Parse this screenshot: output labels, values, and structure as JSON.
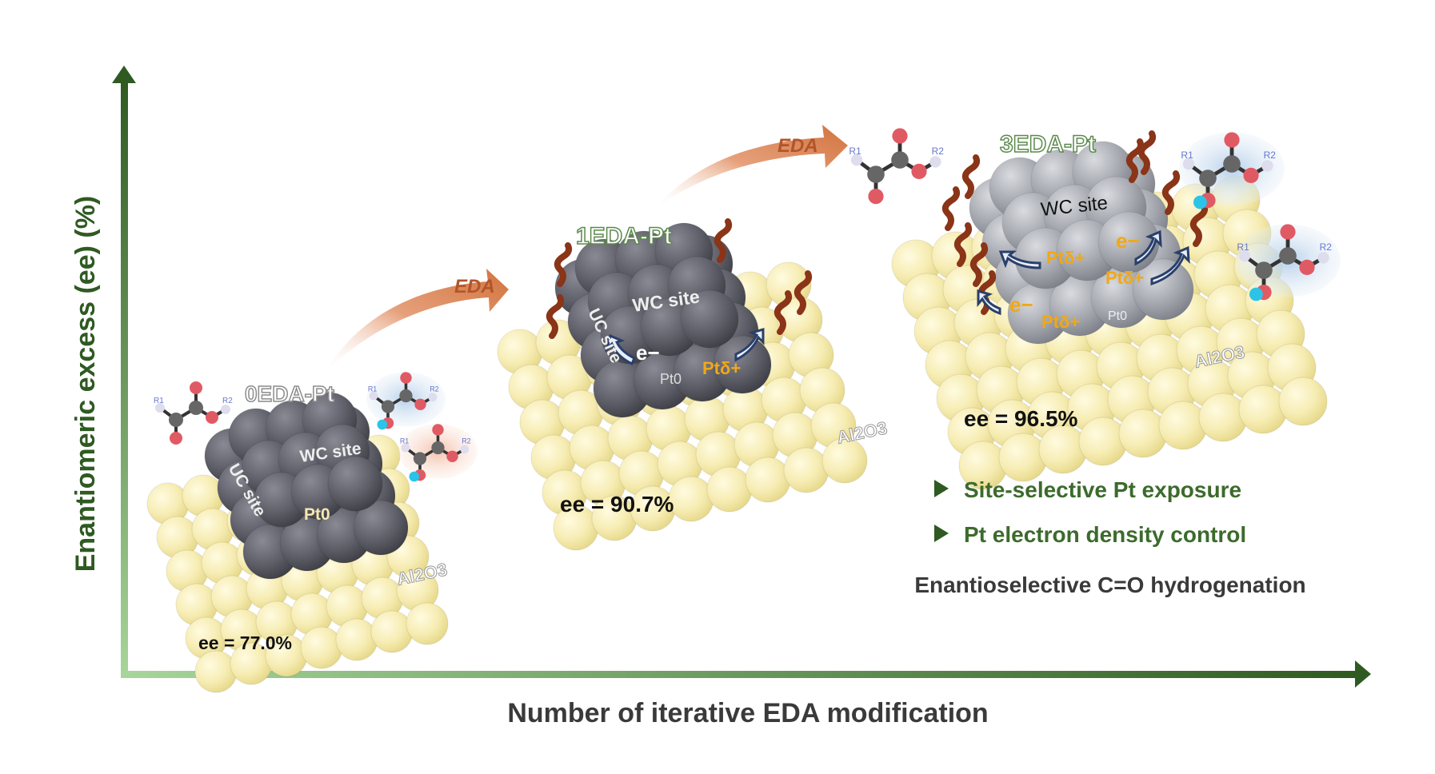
{
  "axes": {
    "y_label": "Enantiomeric excess (ee) (%)",
    "x_label": "Number of iterative EDA modification"
  },
  "panels": [
    {
      "name": "0EDA-Pt",
      "ee": "ee = 77.0%",
      "wc": "WC site",
      "uc": "UC site",
      "pt": "Pt0",
      "support": "Al2O3"
    },
    {
      "name": "1EDA-Pt",
      "ee": "ee = 90.7%",
      "wc": "WC site",
      "uc": "UC site",
      "pt0": "Pt0",
      "ptd": "Ptδ+",
      "e": "e−",
      "support": "Al2O3"
    },
    {
      "name": "3EDA-Pt",
      "ee": "ee = 96.5%",
      "wc": "WC site",
      "pt0": "Pt0",
      "ptd": "Ptδ+",
      "e": "e−",
      "support": "Al2O3"
    }
  ],
  "arrows": [
    "EDA",
    "EDA"
  ],
  "molecule_labels": {
    "r1": "R1",
    "r2": "R2"
  },
  "bullets": [
    "Site-selective Pt exposure",
    "Pt electron density control"
  ],
  "conclusion": "Enantioselective C=O hydrogenation",
  "colors": {
    "axis_dark": "#2f5a22",
    "axis_light": "#a8d69a",
    "eda_arrow": "#d9865a",
    "pt_delta": "#f0a818",
    "support": "#f3e8a8",
    "pt": "#5e5e66",
    "ligand": "#8a3418"
  }
}
